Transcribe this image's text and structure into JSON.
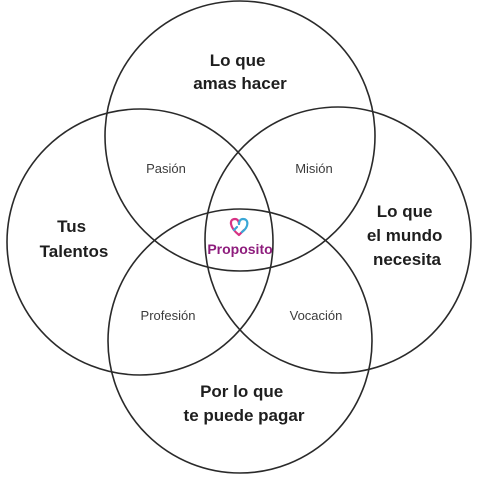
{
  "circles": {
    "top": {
      "label_lines": [
        "Lo que",
        "amas hacer"
      ]
    },
    "left": {
      "label_lines": [
        "Tus",
        "Talentos"
      ]
    },
    "right": {
      "label_lines": [
        "Lo que",
        "el mundo",
        "necesita"
      ]
    },
    "bottom": {
      "label_lines": [
        "Por lo que",
        "te puede pagar"
      ]
    }
  },
  "overlaps": {
    "top_left": "Pasión",
    "top_right": "Misión",
    "bottom_left": "Profesión",
    "bottom_right": "Vocación"
  },
  "center": {
    "label": "Proposito",
    "icon": "heart-knot-icon"
  },
  "colors": {
    "line": "#2a2a2a",
    "main_text": "#1e1e1e",
    "overlap_text": "#3c3c3c",
    "center_text": "#8e1d7d",
    "icon_pink": "#d63384",
    "icon_blue": "#3aa7d6"
  }
}
